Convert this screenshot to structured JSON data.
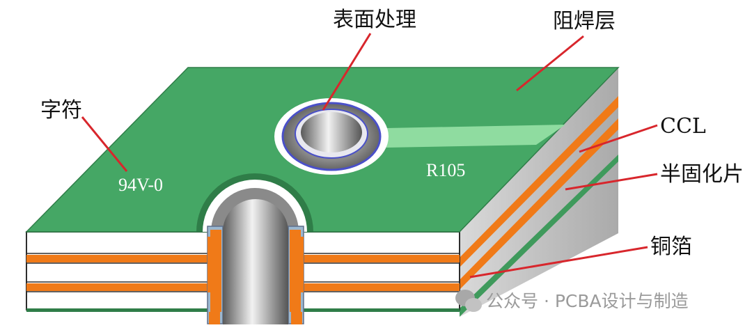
{
  "labels": {
    "surface_finish": "表面处理",
    "solder_mask": "阻焊层",
    "legend": "字符",
    "ccl": "CCL",
    "prepreg": "半固化片",
    "copper_foil": "铜箔"
  },
  "silkscreen": {
    "rating": "94V-0",
    "ref": "R105"
  },
  "watermark": {
    "text": "公众号 · PCBA设计与制造",
    "icon": "wechat-icon"
  },
  "colors": {
    "solder_mask": "#45a765",
    "solder_mask_dark": "#2f7d48",
    "copper": "#f07a18",
    "substrate_side": "#c9c9c9",
    "leader_line": "#d8262c",
    "trace": "#8fdca0"
  }
}
